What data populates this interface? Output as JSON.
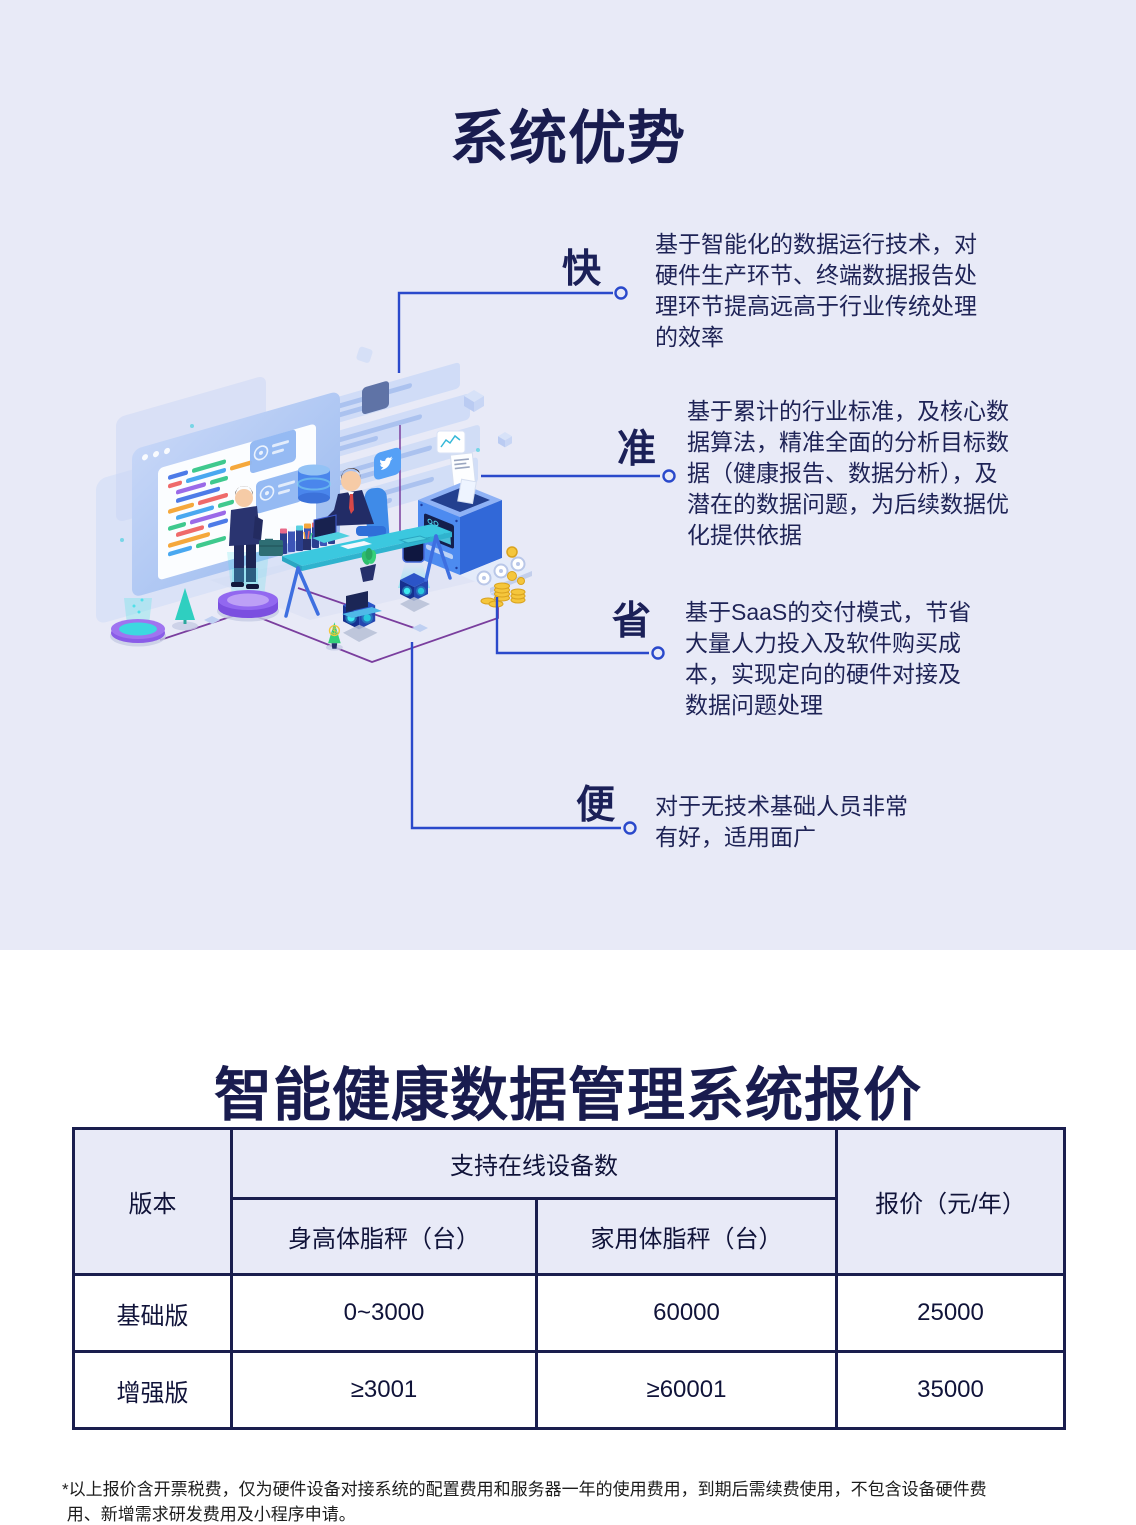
{
  "advantages": {
    "title": "系统优势",
    "items": [
      {
        "id": "fast",
        "glyph": "快",
        "text": "基于智能化的数据运行技术，对\n硬件生产环节、终端数据报告处\n理环节提高远高于行业传统处理\n的效率"
      },
      {
        "id": "accurate",
        "glyph": "准",
        "text": "基于累计的行业标准，及核心数\n据算法，精准全面的分析目标数\n据（健康报告、数据分析），及\n潜在的数据问题，为后续数据优\n化提供依据"
      },
      {
        "id": "save",
        "glyph": "省",
        "text": "基于SaaS的交付模式，节省\n大量人力投入及软件购买成\n本，实现定向的硬件对接及\n数据问题处理"
      },
      {
        "id": "convenient",
        "glyph": "便",
        "text": "对于无技术基础人员非常\n有好，适用面广"
      }
    ]
  },
  "pricing": {
    "title": "智能健康数据管理系统报价",
    "table": {
      "version_header": "版本",
      "devices_group_header": "支持在线设备数",
      "device1_header": "身高体脂秤（台）",
      "device2_header": "家用体脂秤（台）",
      "price_header": "报价（元/年）",
      "rows": [
        {
          "version": "基础版",
          "device1": "0~3000",
          "device2": "60000",
          "price": "25000"
        },
        {
          "version": "增强版",
          "device1": "≥3001",
          "device2": "≥60001",
          "price": "35000"
        }
      ]
    },
    "footnote": "*以上报价含开票税费，仅为硬件设备对接系统的配置费用和服务器一年的使用费用，到期后需续费使用，不包含设备硬件费\n 用、新增需求研发费用及小程序申请。"
  },
  "colors": {
    "section_bg": "#E8EAF7",
    "title_navy": "#191C4F",
    "body_navy": "#1E2356",
    "connector_blue": "#2A49CB",
    "table_border": "#1A1E4E",
    "illustration_purple": "#7A3E9E",
    "illustration_teal": "#4FD0E0",
    "illustration_gold": "#F2C33C"
  },
  "icons": [
    "twitter-icon",
    "database-icon",
    "printer-machine-icon",
    "coins-icon",
    "code-screen-icon",
    "chart-card-icon",
    "tree-icon",
    "glow-pad-icon"
  ]
}
